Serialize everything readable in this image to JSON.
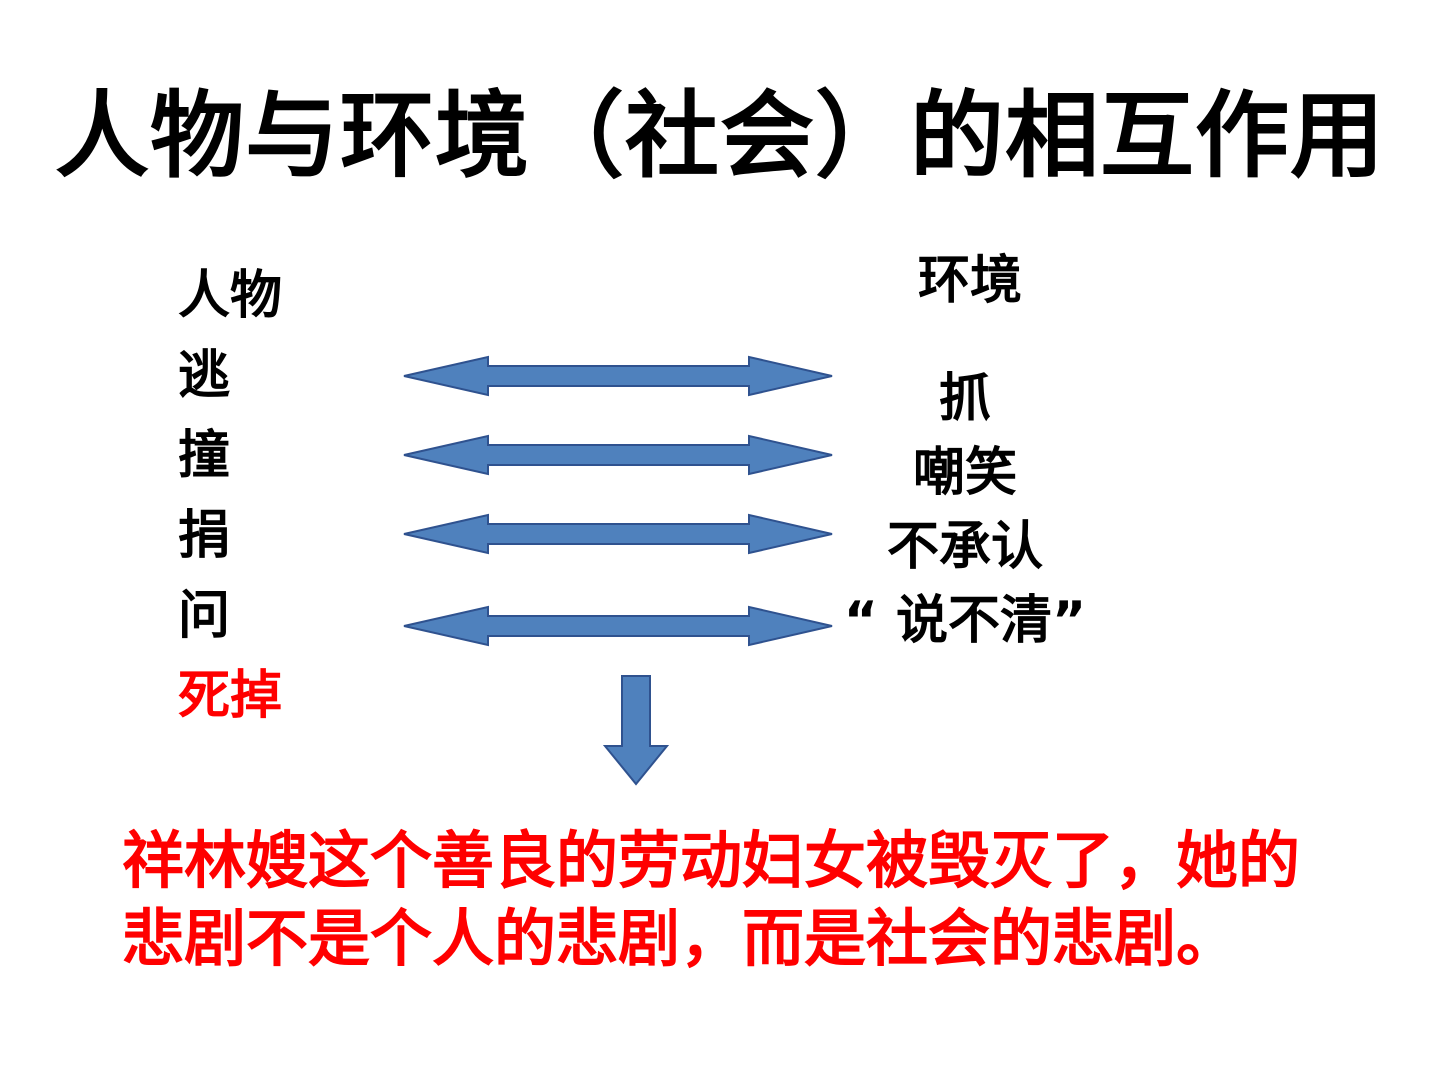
{
  "title": "人物与环境（社会）的相互作用",
  "person": {
    "header": "人物",
    "actions": [
      "逃",
      "撞",
      "捐",
      "问"
    ],
    "outcome": "死掉"
  },
  "environment": {
    "header": "环境",
    "responses": [
      "抓",
      "嘲笑",
      "不承认",
      "“ 说不清”"
    ]
  },
  "conclusion": {
    "line1": "祥林嫂这个善良的劳动妇女被毁灭了，她的",
    "line2": "悲剧不是个人的悲剧，而是社会的悲剧。"
  },
  "colors": {
    "arrow_fill": "#4f81bd",
    "arrow_stroke": "#2f528f",
    "emphasis": "#ff0000",
    "text": "#000000"
  }
}
